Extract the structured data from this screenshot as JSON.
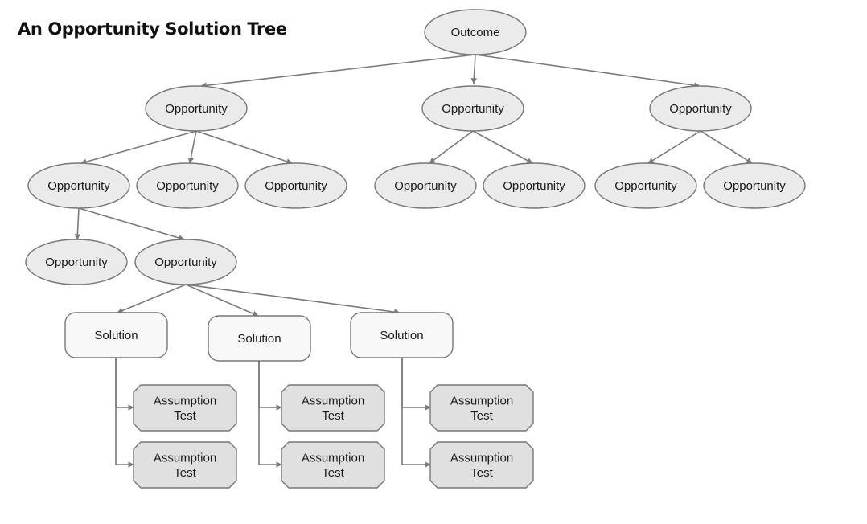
{
  "title": "An Opportunity Solution Tree",
  "colors": {
    "node_fill": "#ebebeb",
    "solution_fill": "#f8f8f8",
    "test_fill": "#e0e0e0",
    "stroke": "#777777",
    "edge": "#7a7a7a"
  },
  "diagram": {
    "nodes": [
      {
        "id": "outcome",
        "type": "outcome",
        "label": [
          "Outcome"
        ]
      },
      {
        "id": "opp-1",
        "type": "opportunity",
        "label": [
          "Opportunity"
        ]
      },
      {
        "id": "opp-2",
        "type": "opportunity",
        "label": [
          "Opportunity"
        ]
      },
      {
        "id": "opp-3",
        "type": "opportunity",
        "label": [
          "Opportunity"
        ]
      },
      {
        "id": "opp-1-1",
        "type": "opportunity",
        "label": [
          "Opportunity"
        ]
      },
      {
        "id": "opp-1-2",
        "type": "opportunity",
        "label": [
          "Opportunity"
        ]
      },
      {
        "id": "opp-1-3",
        "type": "opportunity",
        "label": [
          "Opportunity"
        ]
      },
      {
        "id": "opp-2-1",
        "type": "opportunity",
        "label": [
          "Opportunity"
        ]
      },
      {
        "id": "opp-2-2",
        "type": "opportunity",
        "label": [
          "Opportunity"
        ]
      },
      {
        "id": "opp-3-1",
        "type": "opportunity",
        "label": [
          "Opportunity"
        ]
      },
      {
        "id": "opp-3-2",
        "type": "opportunity",
        "label": [
          "Opportunity"
        ]
      },
      {
        "id": "opp-1-1-1",
        "type": "opportunity",
        "label": [
          "Opportunity"
        ]
      },
      {
        "id": "opp-1-1-2",
        "type": "opportunity",
        "label": [
          "Opportunity"
        ]
      },
      {
        "id": "sol-1",
        "type": "solution",
        "label": [
          "Solution"
        ]
      },
      {
        "id": "sol-2",
        "type": "solution",
        "label": [
          "Solution"
        ]
      },
      {
        "id": "sol-3",
        "type": "solution",
        "label": [
          "Solution"
        ]
      },
      {
        "id": "test-1-1",
        "type": "test",
        "label": [
          "Assumption",
          "Test"
        ]
      },
      {
        "id": "test-1-2",
        "type": "test",
        "label": [
          "Assumption",
          "Test"
        ]
      },
      {
        "id": "test-2-1",
        "type": "test",
        "label": [
          "Assumption",
          "Test"
        ]
      },
      {
        "id": "test-2-2",
        "type": "test",
        "label": [
          "Assumption",
          "Test"
        ]
      },
      {
        "id": "test-3-1",
        "type": "test",
        "label": [
          "Assumption",
          "Test"
        ]
      },
      {
        "id": "test-3-2",
        "type": "test",
        "label": [
          "Assumption",
          "Test"
        ]
      }
    ],
    "edges": [
      [
        "outcome",
        "opp-1"
      ],
      [
        "outcome",
        "opp-2"
      ],
      [
        "outcome",
        "opp-3"
      ],
      [
        "opp-1",
        "opp-1-1"
      ],
      [
        "opp-1",
        "opp-1-2"
      ],
      [
        "opp-1",
        "opp-1-3"
      ],
      [
        "opp-2",
        "opp-2-1"
      ],
      [
        "opp-2",
        "opp-2-2"
      ],
      [
        "opp-3",
        "opp-3-1"
      ],
      [
        "opp-3",
        "opp-3-2"
      ],
      [
        "opp-1-1",
        "opp-1-1-1"
      ],
      [
        "opp-1-1",
        "opp-1-1-2"
      ],
      [
        "opp-1-1-2",
        "sol-1"
      ],
      [
        "opp-1-1-2",
        "sol-2"
      ],
      [
        "opp-1-1-2",
        "sol-3"
      ],
      [
        "sol-1",
        "test-1-1"
      ],
      [
        "sol-1",
        "test-1-2"
      ],
      [
        "sol-2",
        "test-2-1"
      ],
      [
        "sol-2",
        "test-2-2"
      ],
      [
        "sol-3",
        "test-3-1"
      ],
      [
        "sol-3",
        "test-3-2"
      ]
    ]
  }
}
